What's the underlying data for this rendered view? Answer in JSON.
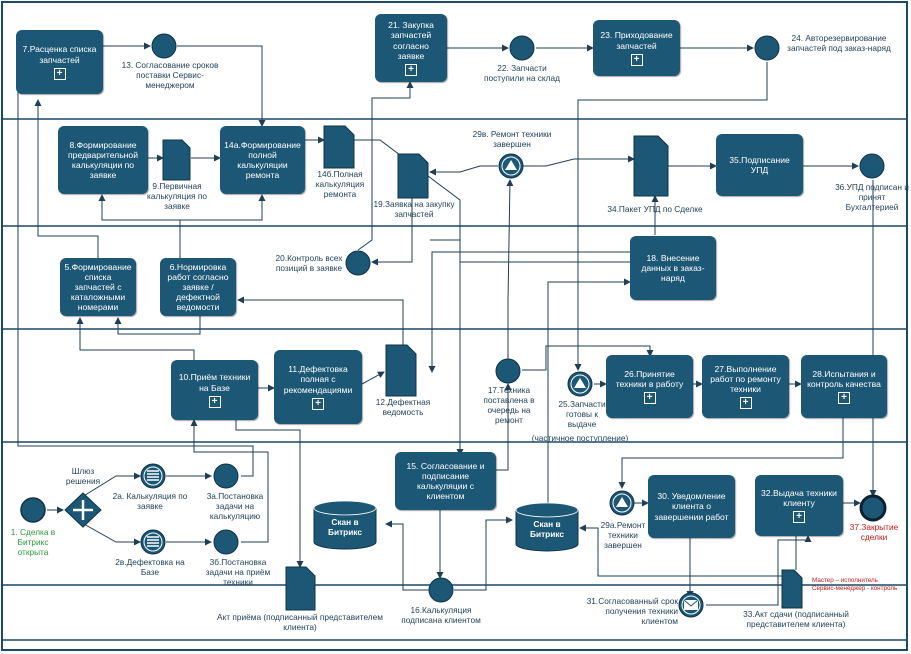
{
  "tasks": {
    "t7": "7.Расценка списка запчастей",
    "t8": "8.Формирование предварительной калькуляции по заявке",
    "t14a": "14а.Формирование полной калькуляции ремонта",
    "t21": "21. Закупка запчастей согласно заявке",
    "t23": "23. Приходование запчастей",
    "t35": "35.Подписание УПД",
    "t18": "18. Внесение данных в заказ-наряд",
    "t5": "5.Формирование списка запчастей с каталожными номерами",
    "t6": "6.Нормировка работ согласно заявке / дефектной ведомости",
    "t10": "10.Приём техники на Базе",
    "t11": "11.Дефектовка полная с рекомендациями",
    "t26": "26.Принятие техники в работу",
    "t27": "27.Выполнение работ по ремонту техники",
    "t28": "28.Испытания и контроль качества",
    "t15": "15. Согласование и подписание калькуляции с клиентом",
    "t30": "30. Уведомление клиента о завершении работ",
    "t32": "32.Выдача техники клиенту"
  },
  "labels": {
    "l13": "13. Согласование сроков поставки Сервис-менеджером",
    "l22": "22. Запчасти поступили на склад",
    "l24": "24. Авторезервирование запчастей под заказ-наряд",
    "l29v": "29в. Ремонт техники завершен",
    "l9": "9.Первичная калькуляция по заявке",
    "l14b": "14б.Полная калькуляция ремонта",
    "l19": "19.Заявка на закупку запчастей",
    "l34": "34.Пакет УПД по Сделке",
    "l36": "36.УПД подписан и принят Бухгалтерией",
    "l20": "20.Контроль всех позиций в заявке",
    "l12": "12.Дефектная ведомость",
    "l17": "17.Техника поставлена в очередь на ремонт",
    "l25": "25.Запчасти готовы к выдаче",
    "l25note": "(частичное поступление)",
    "lgw": "Шлюз решения",
    "l1": "1. Сделка в Битрикс открыта",
    "l2a": "2а. Калькуляция по заявке",
    "l2b": "2в.Дефектовка на Базе",
    "l3a": "3а.Постановка задачи на калькуляцию",
    "l3b": "3б.Постановка задачи на приём техники",
    "l29a": "29а.Ремонт техники завершен",
    "l37": "37.Закрытие сделки",
    "lact": "Акт приёма (подписанный представителем клиента)",
    "l16": "16.Калькуляция подписана клиентом",
    "l31": "31.Согласованный срок получения техники клиентом",
    "l33": "33.Акт сдачи (подписанный представителем клиента)",
    "ldb1": "Скан в Битрикс",
    "ldb2": "Скан в Битрикс",
    "legend1": "Мастер – исполнитель",
    "legend2": "Сервис-менеджер - контроль"
  },
  "colors": {
    "task_fill": "#1c5775",
    "line": "#1f3f56",
    "lane_border": "#1c4964",
    "green_text": "#2d9b3a",
    "red_text": "#c41a1a"
  }
}
